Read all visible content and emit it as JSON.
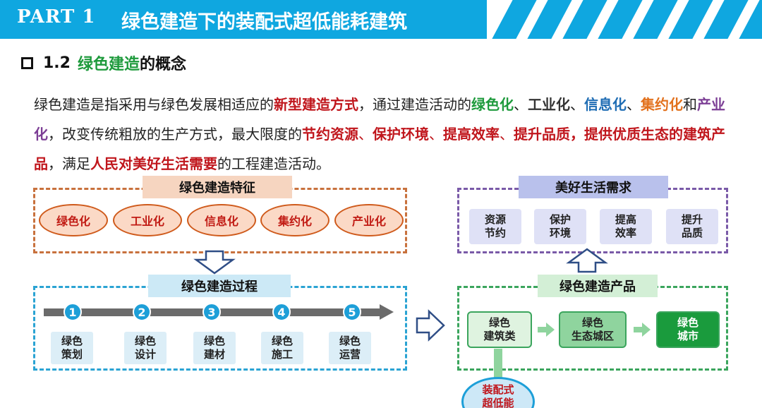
{
  "header": {
    "part": "PART 1",
    "title": "绿色建造下的装配式超低能耗建筑"
  },
  "section": {
    "number": "1.2",
    "title_green": "绿色建造",
    "title_rest": "的概念"
  },
  "paragraph": {
    "s1": "绿色建造是指采用与绿色发展相适应的",
    "s2": "新型建造方式",
    "s3": "，通过建造活动的",
    "s4": "绿色化",
    "s5": "、",
    "s6": "工业化",
    "s7": "、",
    "s8": "信息化",
    "s9": "、",
    "s10": "集约化",
    "s11": "和",
    "s12": "产业化",
    "s13": "，改变传统粗放的生产方式，最大限度的",
    "s14": "节约资源",
    "s15": "、",
    "s16": "保护环境",
    "s17": "、",
    "s18": "提高效率",
    "s19": "、",
    "s20": "提升品质",
    "s21": "，提供",
    "s22": "优质生态的建筑产品",
    "s23": "，满足",
    "s24": "人民对美好生活需要",
    "s25": "的工程建造活动。"
  },
  "features": {
    "title": "绿色建造特征",
    "items": [
      "绿色化",
      "工业化",
      "信息化",
      "集约化",
      "产业化"
    ]
  },
  "needs": {
    "title": "美好生活需求",
    "items": [
      {
        "l1": "资源",
        "l2": "节约"
      },
      {
        "l1": "保护",
        "l2": "环境"
      },
      {
        "l1": "提高",
        "l2": "效率"
      },
      {
        "l1": "提升",
        "l2": "品质"
      }
    ]
  },
  "process": {
    "title": "绿色建造过程",
    "steps": [
      {
        "num": "1",
        "l1": "绿色",
        "l2": "策划"
      },
      {
        "num": "2",
        "l1": "绿色",
        "l2": "设计"
      },
      {
        "num": "3",
        "l1": "绿色",
        "l2": "建材"
      },
      {
        "num": "4",
        "l1": "绿色",
        "l2": "施工"
      },
      {
        "num": "5",
        "l1": "绿色",
        "l2": "运营"
      }
    ]
  },
  "product": {
    "title": "绿色建造产品",
    "items": [
      {
        "l1": "绿色",
        "l2": "建筑类"
      },
      {
        "l1": "绿色",
        "l2": "生态城区"
      },
      {
        "l1": "绿色",
        "l2": "城市"
      }
    ]
  },
  "bubble": {
    "l1": "装配式",
    "l2": "超低能"
  },
  "colors": {
    "header_blue": "#0fa7e0",
    "emphasis_red": "#c0161c",
    "green": "#1e9a3c",
    "blue": "#1f6db4",
    "orange": "#e2711d",
    "purple": "#7c3e95"
  }
}
